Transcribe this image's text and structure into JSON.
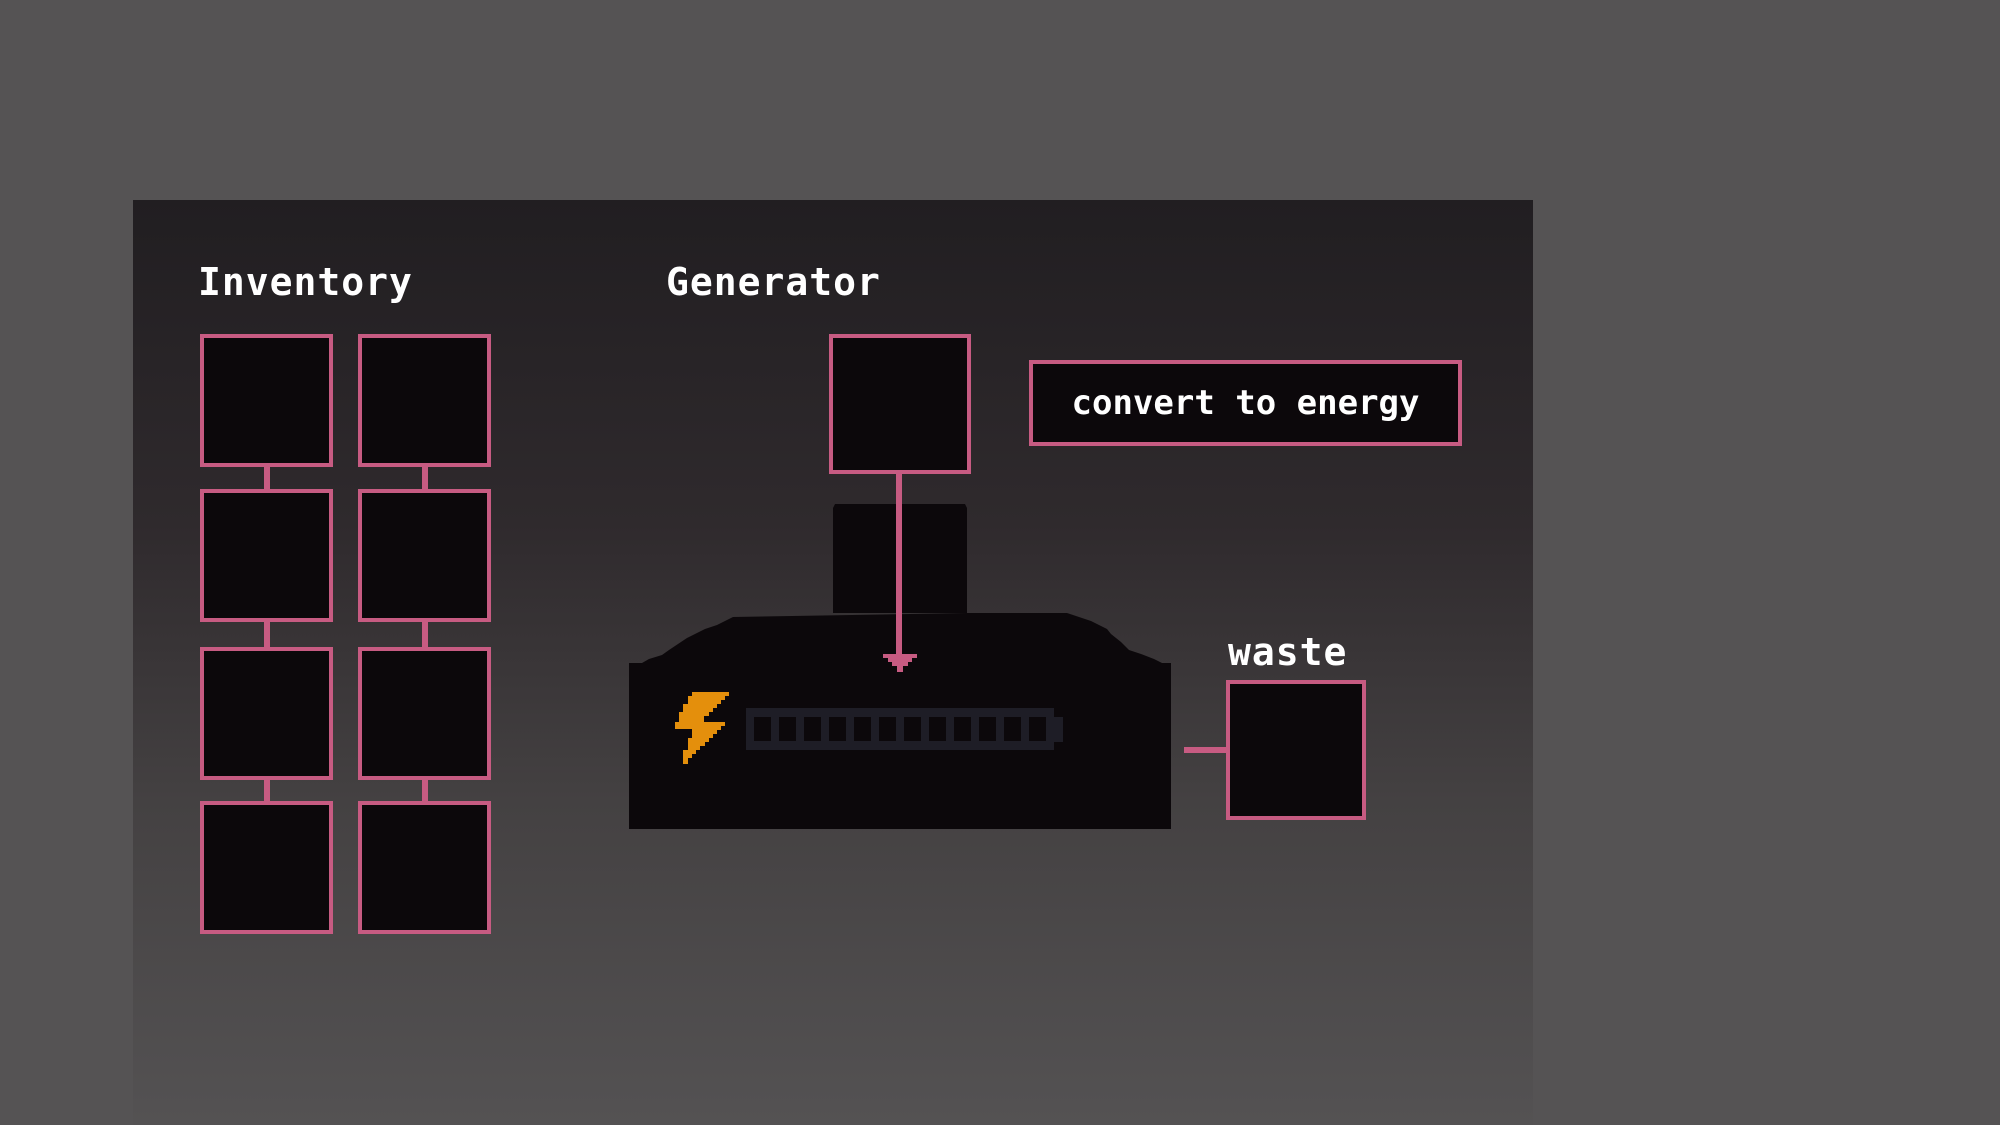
{
  "inventory": {
    "title": "Inventory",
    "slots": 8
  },
  "generator": {
    "title": "Generator",
    "convert_label": "convert to energy",
    "energy_cells_total": 12,
    "energy_cells_filled": 0
  },
  "waste": {
    "title": "waste"
  },
  "colors": {
    "accent": "#c75b82",
    "energy": "#e48f0c",
    "slot": "#0c080b"
  }
}
